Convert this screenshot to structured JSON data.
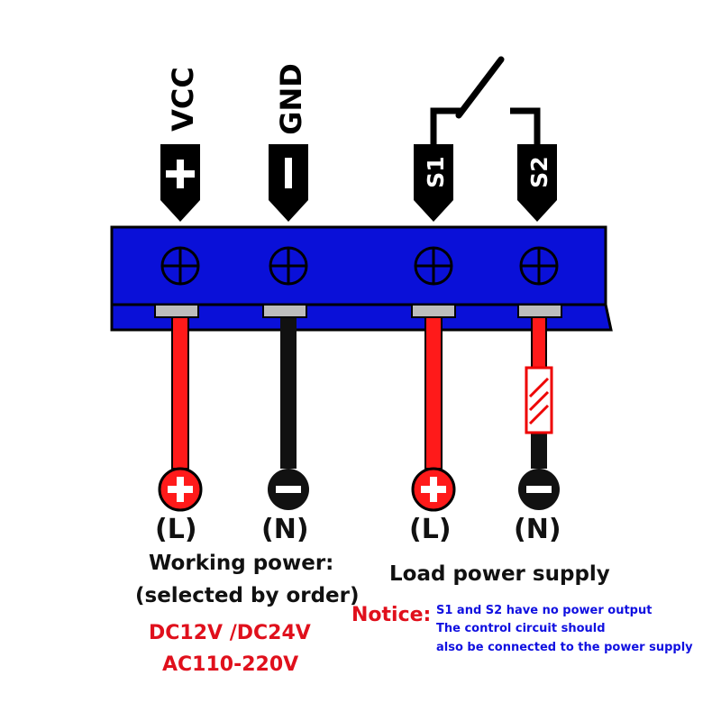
{
  "colors": {
    "block": "#0a10d8",
    "block_dark": "#020494",
    "outline": "#000000",
    "red_wire": "#ff1a1a",
    "black_wire": "#111111",
    "clip": "#bdbdbd",
    "warning_red": "#e0101c",
    "notice_blue": "#1010e0"
  },
  "terminals": [
    {
      "key": "vcc",
      "top_label": "VCC",
      "symbol": "+",
      "color": "red",
      "end_symbol": "+",
      "end_label": "(L)"
    },
    {
      "key": "gnd",
      "top_label": "GND",
      "symbol": "−",
      "color": "black",
      "end_symbol": "−",
      "end_label": "(N)"
    },
    {
      "key": "s1",
      "top_label": "",
      "symbol": "S1",
      "color": "red",
      "end_symbol": "+",
      "end_label": "(L)"
    },
    {
      "key": "s2",
      "top_label": "",
      "symbol": "S2",
      "color": "black",
      "end_symbol": "−",
      "end_label": "(N)"
    }
  ],
  "captions": {
    "working_power_1": "Working power:",
    "working_power_2": "(selected by order)",
    "voltage_dc": "DC12V /DC24V",
    "voltage_ac": "AC110-220V",
    "load_supply": "Load power supply"
  },
  "notice": {
    "title": "Notice:",
    "line1": "S1 and S2 have no power output",
    "line2": "The control circuit should",
    "line3": "also be connected to the power supply"
  }
}
